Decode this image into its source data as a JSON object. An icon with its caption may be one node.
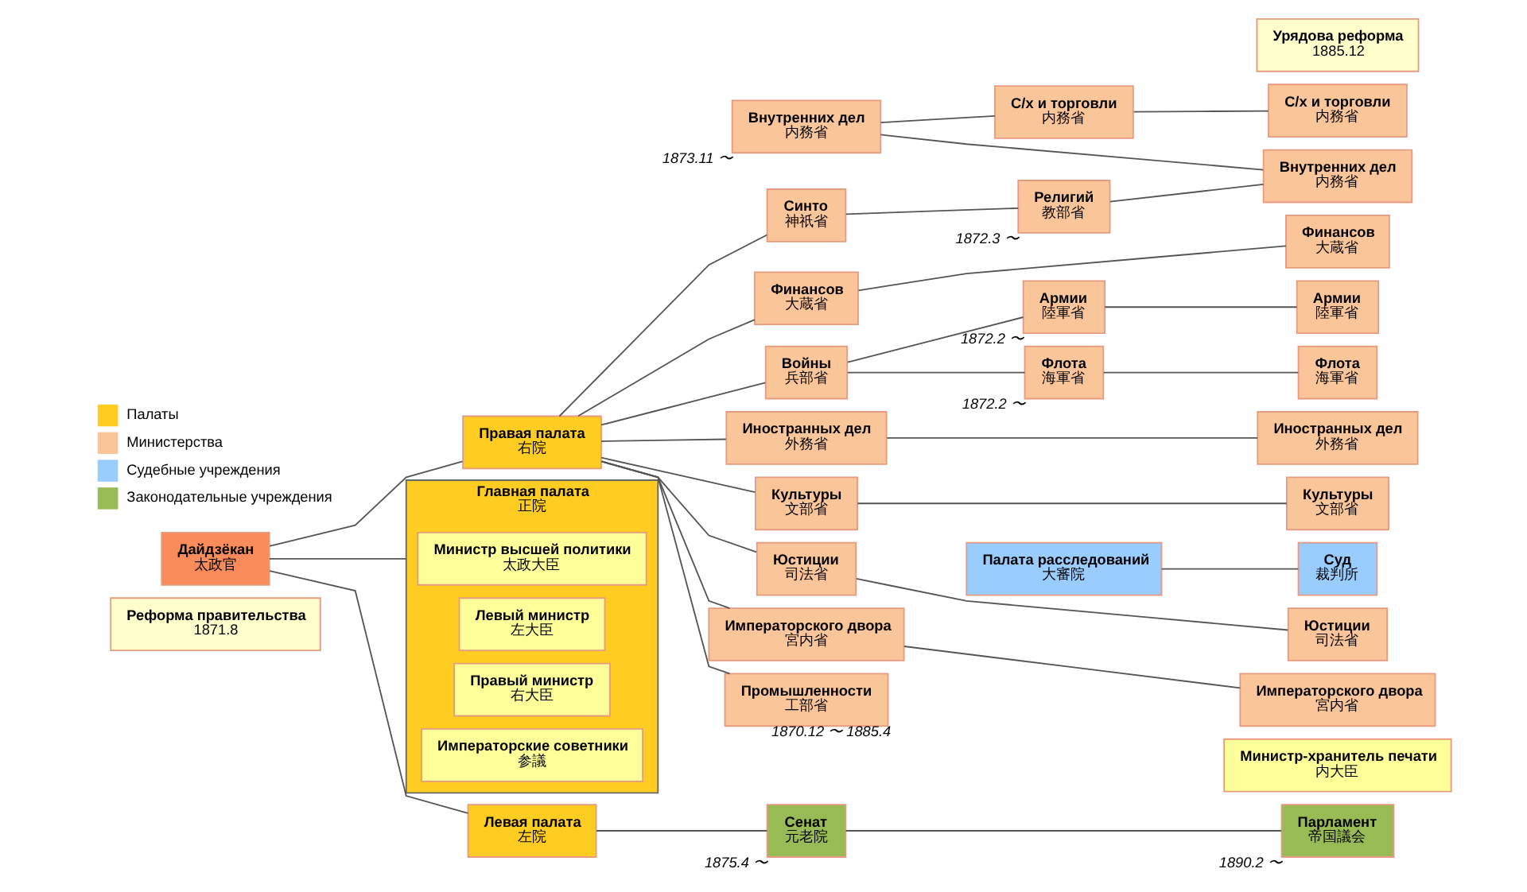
{
  "diagram": {
    "nodes": [
      {
        "text": [
          "Реформа правительства",
          "1871.8"
        ]
      },
      {
        "text": [
          "Урядова реформа",
          "1885.12"
        ]
      },
      {
        "text": [
          "Дайдзёкан",
          "太政官"
        ]
      },
      {
        "text": [
          "Правая палата",
          "右院"
        ]
      },
      {
        "text": [
          "Главная палата",
          "正院"
        ]
      },
      {
        "text": [
          "Министр высшей политики",
          "太政大臣"
        ],
        "in": 4
      },
      {
        "text": [
          "Левый министр",
          "左大臣"
        ],
        "in": 4
      },
      {
        "text": [
          "Правый министр",
          "右大臣"
        ],
        "in": 4
      },
      {
        "text": [
          "Императорские советники",
          "参議"
        ],
        "in": 4
      },
      {
        "text": [
          "Левая палата",
          "左院"
        ]
      },
      {
        "text": [
          "Синто",
          "神祇省"
        ]
      },
      {
        "text": [
          "Религий",
          "教部省"
        ],
        "beside": [
          "1872.3 〜"
        ]
      },
      {
        "text": [
          "Внутренних дел",
          "内務省"
        ],
        "beside": [
          "1873.11 〜"
        ]
      },
      {
        "text": [
          "С/х и торговли",
          "内務省"
        ]
      },
      {
        "text": [
          "Финансов",
          "大蔵省"
        ]
      },
      {
        "text": [
          "Войны",
          "兵部省"
        ]
      },
      {
        "text": [
          "Армии",
          "陸軍省"
        ],
        "beside": [
          "1872.2 〜"
        ]
      },
      {
        "text": [
          "Флота",
          "海軍省"
        ],
        "beside": [
          "1872.2 〜"
        ]
      },
      {
        "text": [
          "Иностранных дел",
          "外務省"
        ]
      },
      {
        "text": [
          "Культуры",
          "文部省"
        ]
      },
      {
        "text": [
          "Промышленности",
          "工部省"
        ],
        "beside": [
          "1870.12 〜 1885.4"
        ]
      },
      {
        "text": [
          "Палата расследований",
          "大審院"
        ]
      },
      {
        "text": [
          "Юстиции",
          "司法省"
        ]
      },
      {
        "text": [
          "Императорского двора",
          "宮内省"
        ]
      },
      {
        "text": [
          "Сенат",
          "元老院"
        ],
        "beside": [
          "1875.4 〜"
        ]
      },
      {
        "text": [
          "С/х и торговли",
          "内務省"
        ]
      },
      {
        "text": [
          "Внутренних дел",
          "内務省"
        ]
      },
      {
        "text": [
          "Финансов",
          "大蔵省"
        ]
      },
      {
        "text": [
          "Армии",
          "陸軍省"
        ]
      },
      {
        "text": [
          "Флота",
          "海軍省"
        ]
      },
      {
        "text": [
          "Иностранных дел",
          "外務省"
        ]
      },
      {
        "text": [
          "Культуры",
          "文部省"
        ]
      },
      {
        "text": [
          "Суд",
          "裁判所"
        ]
      },
      {
        "text": [
          "Юстиции",
          "司法省"
        ]
      },
      {
        "text": [
          "Императорского двора",
          "宮内省"
        ]
      },
      {
        "text": [
          "Министр-хранитель печати",
          "内大臣"
        ]
      },
      {
        "text": [
          "Парламент",
          "帝国議会"
        ],
        "beside": [
          "1890.2 〜"
        ]
      }
    ],
    "edges": [
      {
        "from": 2,
        "to": 3,
        "arrow": "none"
      },
      {
        "from": 2,
        "to": 4,
        "arrow": "none"
      },
      {
        "from": 2,
        "to": 9,
        "arrow": "none"
      },
      {
        "from": 3,
        "to": 10,
        "arrow": "none"
      },
      {
        "from": 3,
        "to": 14,
        "arrow": "none"
      },
      {
        "from": 3,
        "to": 15,
        "arrow": "none"
      },
      {
        "from": 3,
        "to": 18,
        "arrow": "none"
      },
      {
        "from": 3,
        "to": 19,
        "arrow": "none"
      },
      {
        "from": 3,
        "to": 20,
        "arrow": "none"
      },
      {
        "from": 3,
        "to": 22,
        "arrow": "none"
      },
      {
        "from": 3,
        "to": 23,
        "arrow": "none"
      },
      {
        "from": 10,
        "to": 11,
        "arrow": "none"
      },
      {
        "from": 11,
        "to": 26,
        "arrow": "none"
      },
      {
        "from": 12,
        "to": 13,
        "arrow": "none"
      },
      {
        "from": 12,
        "to": 26,
        "arrow": "none"
      },
      {
        "from": 13,
        "to": 25,
        "arrow": "none"
      },
      {
        "from": 14,
        "to": 27,
        "arrow": "none"
      },
      {
        "from": 15,
        "to": 16,
        "arrow": "none"
      },
      {
        "from": 15,
        "to": 17,
        "arrow": "none"
      },
      {
        "from": 16,
        "to": 28,
        "arrow": "none"
      },
      {
        "from": 17,
        "to": 29,
        "arrow": "none"
      },
      {
        "from": 18,
        "to": 30,
        "arrow": "none"
      },
      {
        "from": 19,
        "to": 31,
        "arrow": "none"
      },
      {
        "from": 21,
        "to": 32,
        "arrow": "none"
      },
      {
        "from": 22,
        "to": 33,
        "arrow": "none"
      },
      {
        "from": 23,
        "to": 34,
        "arrow": "none"
      },
      {
        "from": 9,
        "to": 24,
        "arrow": "none"
      },
      {
        "from": 24,
        "to": 36,
        "arrow": "none"
      }
    ],
    "legend": [
      {
        "text": "Палаты",
        "color": "#ffcc22"
      },
      {
        "text": "Министерства",
        "color": "#fbc59a"
      },
      {
        "text": "Судебные учреждения",
        "color": "#99ccff"
      },
      {
        "text": "Законодательные учреждения",
        "color": "#99bb55"
      }
    ]
  }
}
